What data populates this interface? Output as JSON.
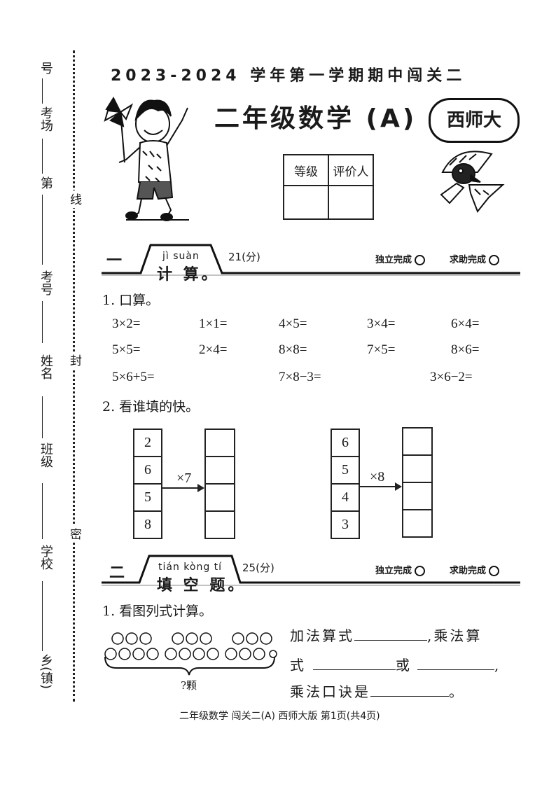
{
  "binding": {
    "hao": "号",
    "kaochang": "考场",
    "di": "第",
    "kaohao": "考号",
    "xingming": "姓名",
    "banji": "班级",
    "xuexiao": "学校",
    "xiangzhen": "乡(镇)",
    "xian": "线",
    "feng": "封",
    "mi": "密"
  },
  "header": {
    "title_line1": "2023-2024 学年第一学期期中闯关二",
    "title_line2": "二年级数学 (A)",
    "badge": "西师大"
  },
  "grade_table": {
    "col1": "等级",
    "col2": "评价人"
  },
  "section1": {
    "num": "一",
    "pinyin": "jì  suàn",
    "title": "计 算。",
    "score": "21(分)",
    "mode_independent": "独立完成",
    "mode_help": "求助完成"
  },
  "q1": {
    "label": "1. 口算。",
    "row1": [
      "3×2=",
      "1×1=",
      "4×5=",
      "3×4=",
      "6×4="
    ],
    "row2": [
      "5×5=",
      "2×4=",
      "8×8=",
      "7×5=",
      "8×6="
    ],
    "row3": [
      "5×6+5=",
      "7×8−3=",
      "3×6−2="
    ]
  },
  "q2": {
    "label": "2. 看谁填的快。",
    "left_values": [
      "2",
      "6",
      "5",
      "8"
    ],
    "left_op": "×7",
    "right_values": [
      "6",
      "5",
      "4",
      "3"
    ],
    "right_op": "×8"
  },
  "section2": {
    "num": "二",
    "pinyin": "tián kòng  tí",
    "title": "填 空 题。",
    "score": "25(分)",
    "mode_independent": "独立完成",
    "mode_help": "求助完成"
  },
  "q3": {
    "label": "1. 看图列式计算。",
    "apples_caption": "?颗",
    "line1_a": "加法算式",
    "line1_b": ",乘法算",
    "line2_a": "式",
    "line2_b": "或",
    "line2_c": ",",
    "line3_a": "乘法口诀是",
    "line3_b": "。"
  },
  "footer": "二年级数学  闯关二(A)  西师大版  第1页(共4页)"
}
